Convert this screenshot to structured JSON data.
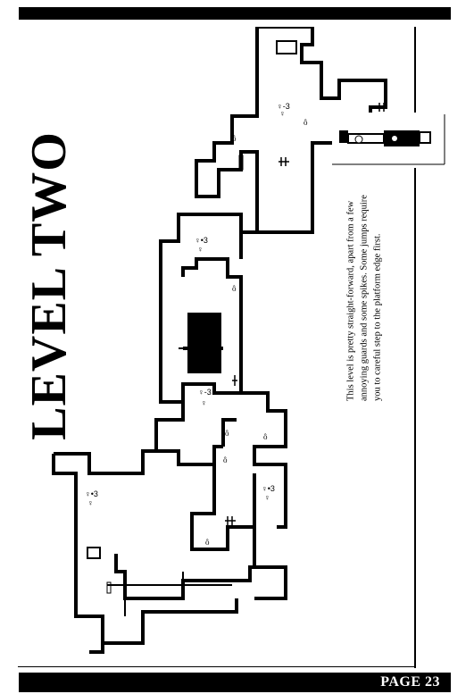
{
  "title": "LEVEL TWO",
  "description": "This level is pretty straight-forward, apart from a few annoying guards and some spikes. Some jumps require you to careful step to the platform edge first.",
  "page_label": "PAGE 23",
  "icons": [
    "guard-icon",
    "potion-icon",
    "gate-icon",
    "door-icon",
    "sword-icon",
    "sprite-figure-icon"
  ]
}
